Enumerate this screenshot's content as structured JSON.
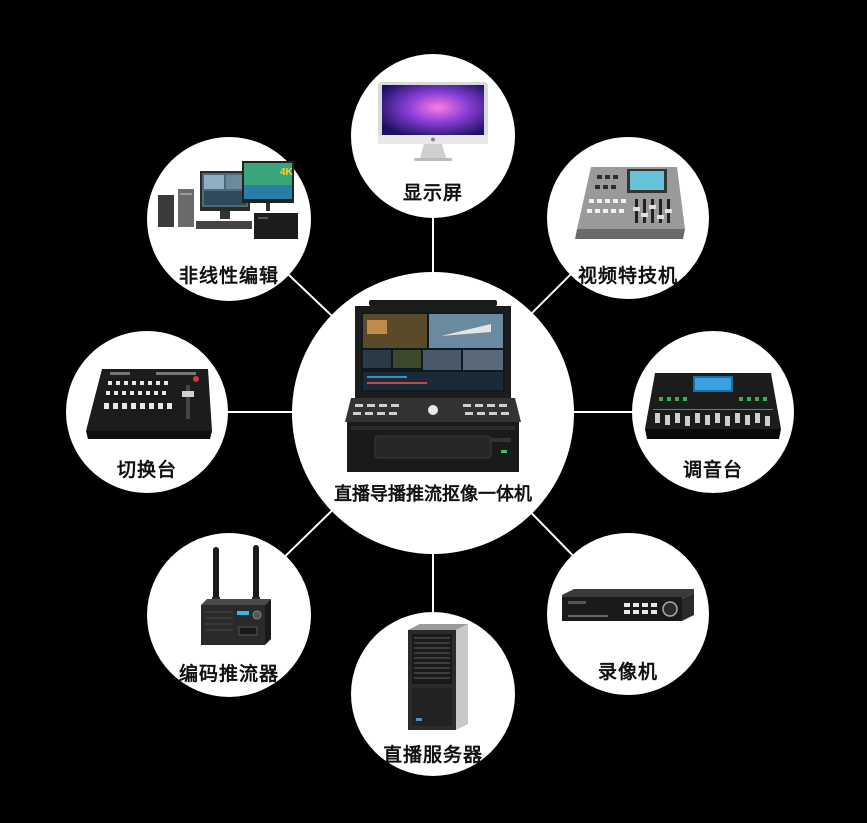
{
  "hub": {
    "label": "直播导播推流抠像一体机"
  },
  "nodes": [
    {
      "key": "display",
      "label": "显示屏",
      "icon": "imac-monitor-icon"
    },
    {
      "key": "switcher-special",
      "label": "视频特技机",
      "icon": "video-effects-switcher-icon"
    },
    {
      "key": "mixer",
      "label": "调音台",
      "icon": "audio-mixer-icon"
    },
    {
      "key": "recorder",
      "label": "录像机",
      "icon": "dvr-recorder-icon"
    },
    {
      "key": "server",
      "label": "直播服务器",
      "icon": "tower-server-icon"
    },
    {
      "key": "encoder",
      "label": "编码推流器",
      "icon": "encoder-antenna-icon"
    },
    {
      "key": "switcher",
      "label": "切换台",
      "icon": "video-switcher-icon"
    },
    {
      "key": "editing",
      "label": "非线性编辑",
      "icon": "editing-workstation-icon"
    }
  ]
}
